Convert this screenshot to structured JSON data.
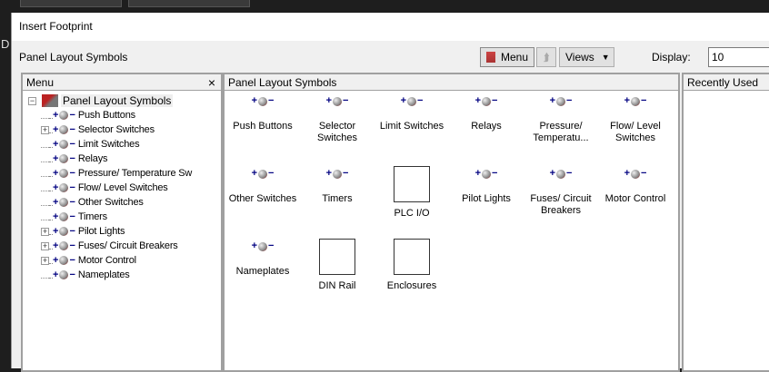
{
  "window": {
    "title": "Insert Footprint",
    "left_strip_letter": "D"
  },
  "toolbar": {
    "breadcrumb": "Panel Layout Symbols",
    "menu_label": "Menu",
    "views_label": "Views",
    "display_label": "Display:",
    "display_value": "10"
  },
  "menu_panel": {
    "title": "Menu",
    "close": "×",
    "root": "Panel Layout Symbols",
    "items": [
      {
        "label": "Push Buttons",
        "expandable": false
      },
      {
        "label": "Selector Switches",
        "expandable": true
      },
      {
        "label": "Limit Switches",
        "expandable": false
      },
      {
        "label": "Relays",
        "expandable": false
      },
      {
        "label": "Pressure/ Temperature Sw",
        "expandable": false
      },
      {
        "label": "Flow/ Level Switches",
        "expandable": false
      },
      {
        "label": "Other Switches",
        "expandable": false
      },
      {
        "label": "Timers",
        "expandable": false
      },
      {
        "label": "Pilot Lights",
        "expandable": true
      },
      {
        "label": "Fuses/ Circuit Breakers",
        "expandable": true
      },
      {
        "label": "Motor Control",
        "expandable": true
      },
      {
        "label": "Nameplates",
        "expandable": false
      }
    ]
  },
  "main_panel": {
    "title": "Panel Layout Symbols",
    "cells": [
      {
        "label": "Push Buttons",
        "icon": "symbol"
      },
      {
        "label": "Selector Switches",
        "icon": "symbol"
      },
      {
        "label": "Limit Switches",
        "icon": "symbol"
      },
      {
        "label": "Relays",
        "icon": "symbol"
      },
      {
        "label": "Pressure/ Temperatu...",
        "icon": "symbol"
      },
      {
        "label": "Flow/ Level Switches",
        "icon": "symbol"
      },
      {
        "label": "Other Switches",
        "icon": "symbol"
      },
      {
        "label": "Timers",
        "icon": "symbol"
      },
      {
        "label": "PLC I/O",
        "icon": "box"
      },
      {
        "label": "Pilot Lights",
        "icon": "symbol"
      },
      {
        "label": "Fuses/ Circuit Breakers",
        "icon": "symbol"
      },
      {
        "label": "Motor Control",
        "icon": "symbol"
      },
      {
        "label": "Nameplates",
        "icon": "symbol"
      },
      {
        "label": "DIN Rail",
        "icon": "box"
      },
      {
        "label": "Enclosures",
        "icon": "box"
      }
    ]
  },
  "recent_panel": {
    "title": "Recently Used"
  }
}
